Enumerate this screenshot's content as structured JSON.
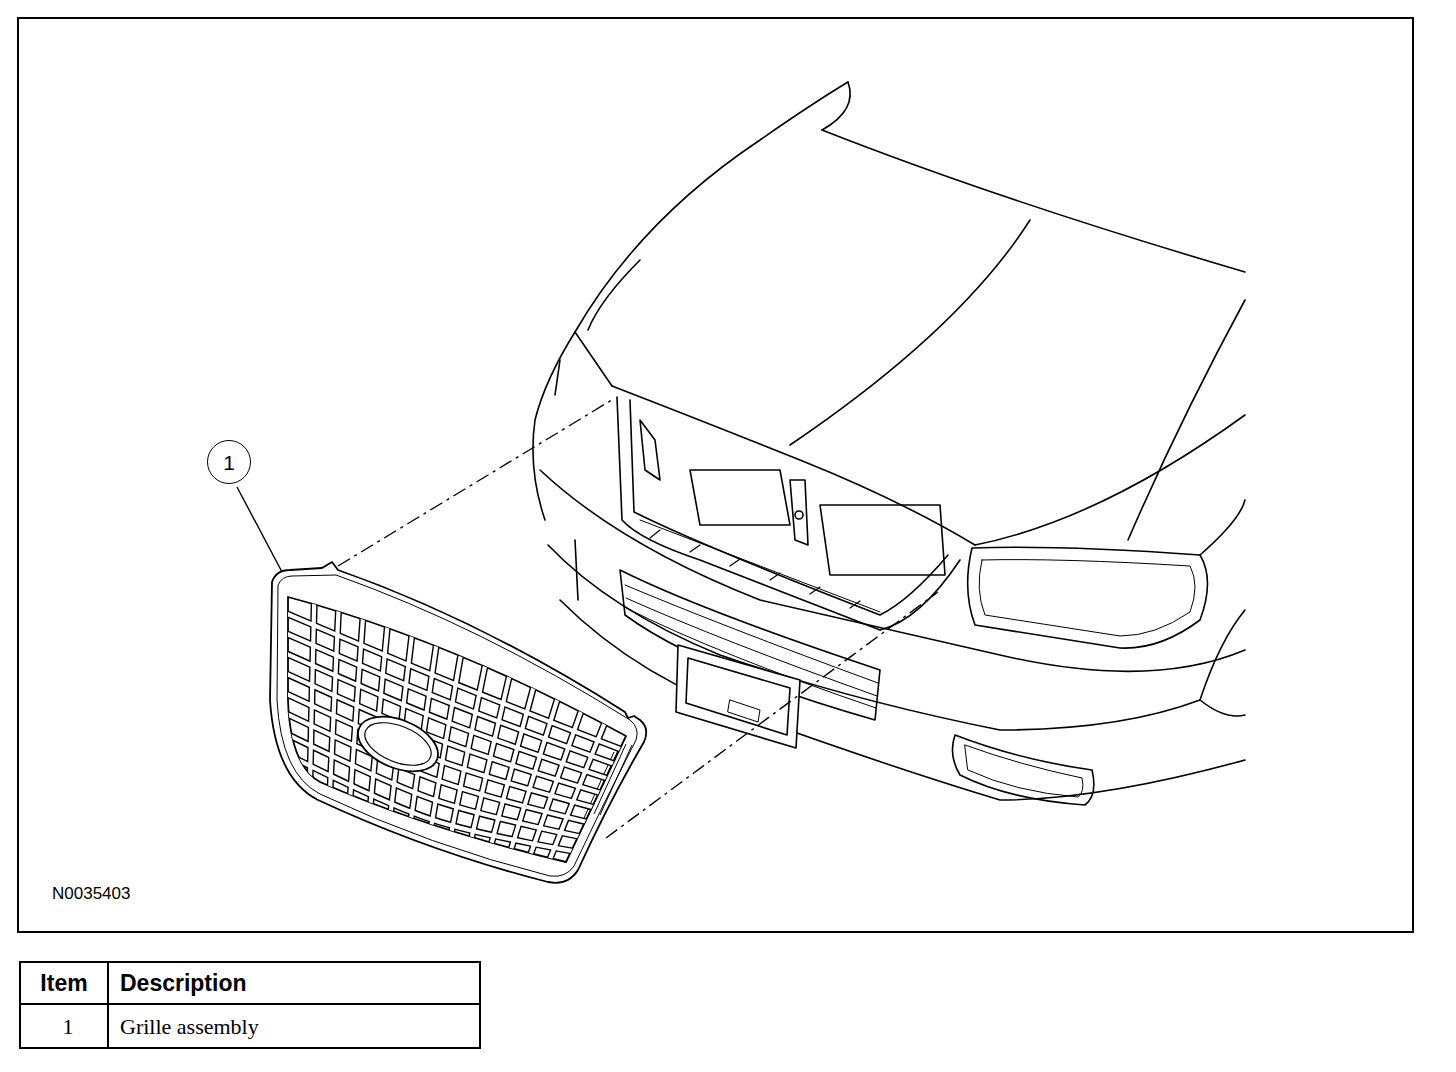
{
  "diagram": {
    "nodes": [
      {
        "text": [
          "1"
        ]
      }
    ],
    "labels": [
      "N0035403",
      "Item",
      "Description",
      "1",
      "Grille assembly"
    ]
  }
}
